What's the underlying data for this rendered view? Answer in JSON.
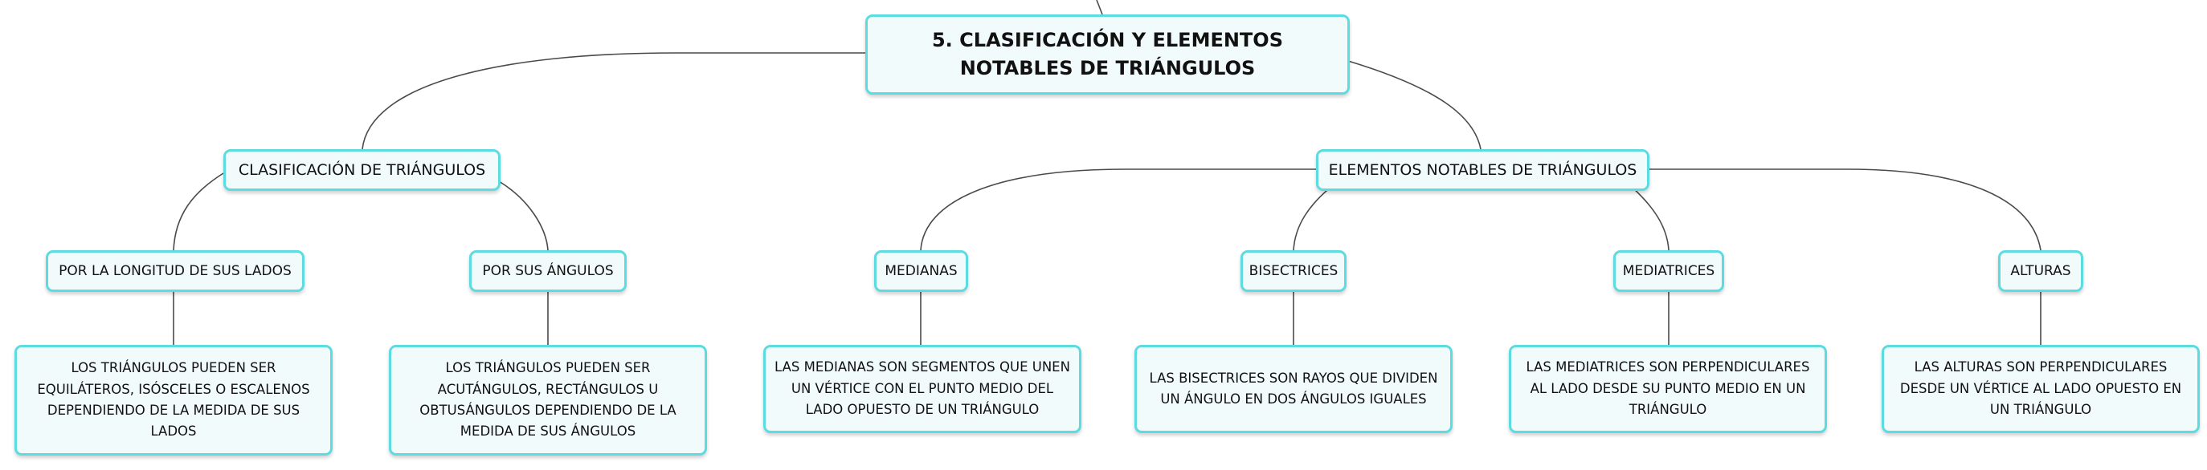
{
  "root": {
    "title": "5. CLASIFICACIÓN Y ELEMENTOS NOTABLES DE TRIÁNGULOS"
  },
  "branches": [
    {
      "label": "CLASIFICACIÓN DE TRIÁNGULOS",
      "children": [
        {
          "label": "POR LA LONGITUD DE SUS LADOS",
          "description": "LOS TRIÁNGULOS PUEDEN SER EQUILÁTEROS, ISÓSCELES O ESCALENOS DEPENDIENDO DE LA MEDIDA DE SUS LADOS"
        },
        {
          "label": "POR SUS ÁNGULOS",
          "description": "LOS TRIÁNGULOS PUEDEN SER ACUTÁNGULOS, RECTÁNGULOS U OBTUSÁNGULOS DEPENDIENDO DE LA MEDIDA DE SUS ÁNGULOS"
        }
      ]
    },
    {
      "label": "ELEMENTOS NOTABLES DE TRIÁNGULOS",
      "children": [
        {
          "label": "MEDIANAS",
          "description": "LAS MEDIANAS SON SEGMENTOS QUE UNEN UN VÉRTICE CON EL PUNTO MEDIO DEL LADO OPUESTO DE UN TRIÁNGULO"
        },
        {
          "label": "BISECTRICES",
          "description": "LAS BISECTRICES SON RAYOS QUE DIVIDEN UN ÁNGULO EN DOS ÁNGULOS IGUALES"
        },
        {
          "label": "MEDIATRICES",
          "description": "LAS MEDIATRICES SON PERPENDICULARES AL LADO DESDE SU PUNTO MEDIO EN UN TRIÁNGULO"
        },
        {
          "label": "ALTURAS",
          "description": "LAS ALTURAS SON PERPENDICULARES DESDE UN VÉRTICE AL LADO OPUESTO EN UN TRIÁNGULO"
        }
      ]
    }
  ]
}
